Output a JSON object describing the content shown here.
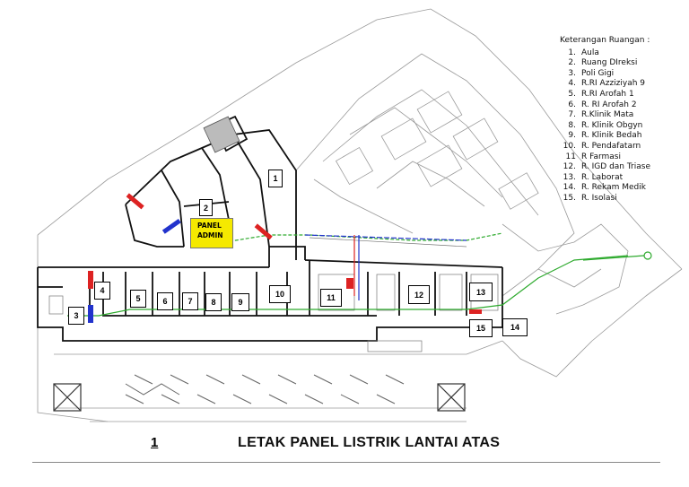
{
  "legend": {
    "title": "Keterangan Ruangan :",
    "items": [
      {
        "num": "1.",
        "name": "Aula"
      },
      {
        "num": "2.",
        "name": "Ruang DIreksi"
      },
      {
        "num": "3.",
        "name": "Poli Gigi"
      },
      {
        "num": "4.",
        "name": "R.RI Azziziyah 9"
      },
      {
        "num": "5.",
        "name": "R.RI Arofah 1"
      },
      {
        "num": "6.",
        "name": "R. RI Arofah 2"
      },
      {
        "num": "7.",
        "name": "R.Klinik Mata"
      },
      {
        "num": "8.",
        "name": "R. Klinik Obgyn"
      },
      {
        "num": "9.",
        "name": "R. Klinik Bedah"
      },
      {
        "num": "10.",
        "name": "R. Pendafatarn"
      },
      {
        "num": "11",
        "name": "R Farmasi"
      },
      {
        "num": "12.",
        "name": "R. IGD dan Triase"
      },
      {
        "num": "13.",
        "name": "R. Laborat"
      },
      {
        "num": "14.",
        "name": "R. Rekam Medik"
      },
      {
        "num": "15.",
        "name": "R. Isolasi"
      }
    ]
  },
  "rooms": [
    "1",
    "2",
    "3",
    "4",
    "5",
    "6",
    "7",
    "8",
    "9",
    "10",
    "11",
    "12",
    "13",
    "14",
    "15"
  ],
  "panel": {
    "line1": "PANEL",
    "line2": "ADMIN"
  },
  "footer": {
    "page_number": "1",
    "title": "LETAK PANEL LISTRIK LANTAI ATAS"
  },
  "colors": {
    "panel_fill": "#f5e900",
    "cable_green": "#2eaa2e",
    "cable_blue": "#2233cc",
    "cable_red": "#dd2222"
  }
}
